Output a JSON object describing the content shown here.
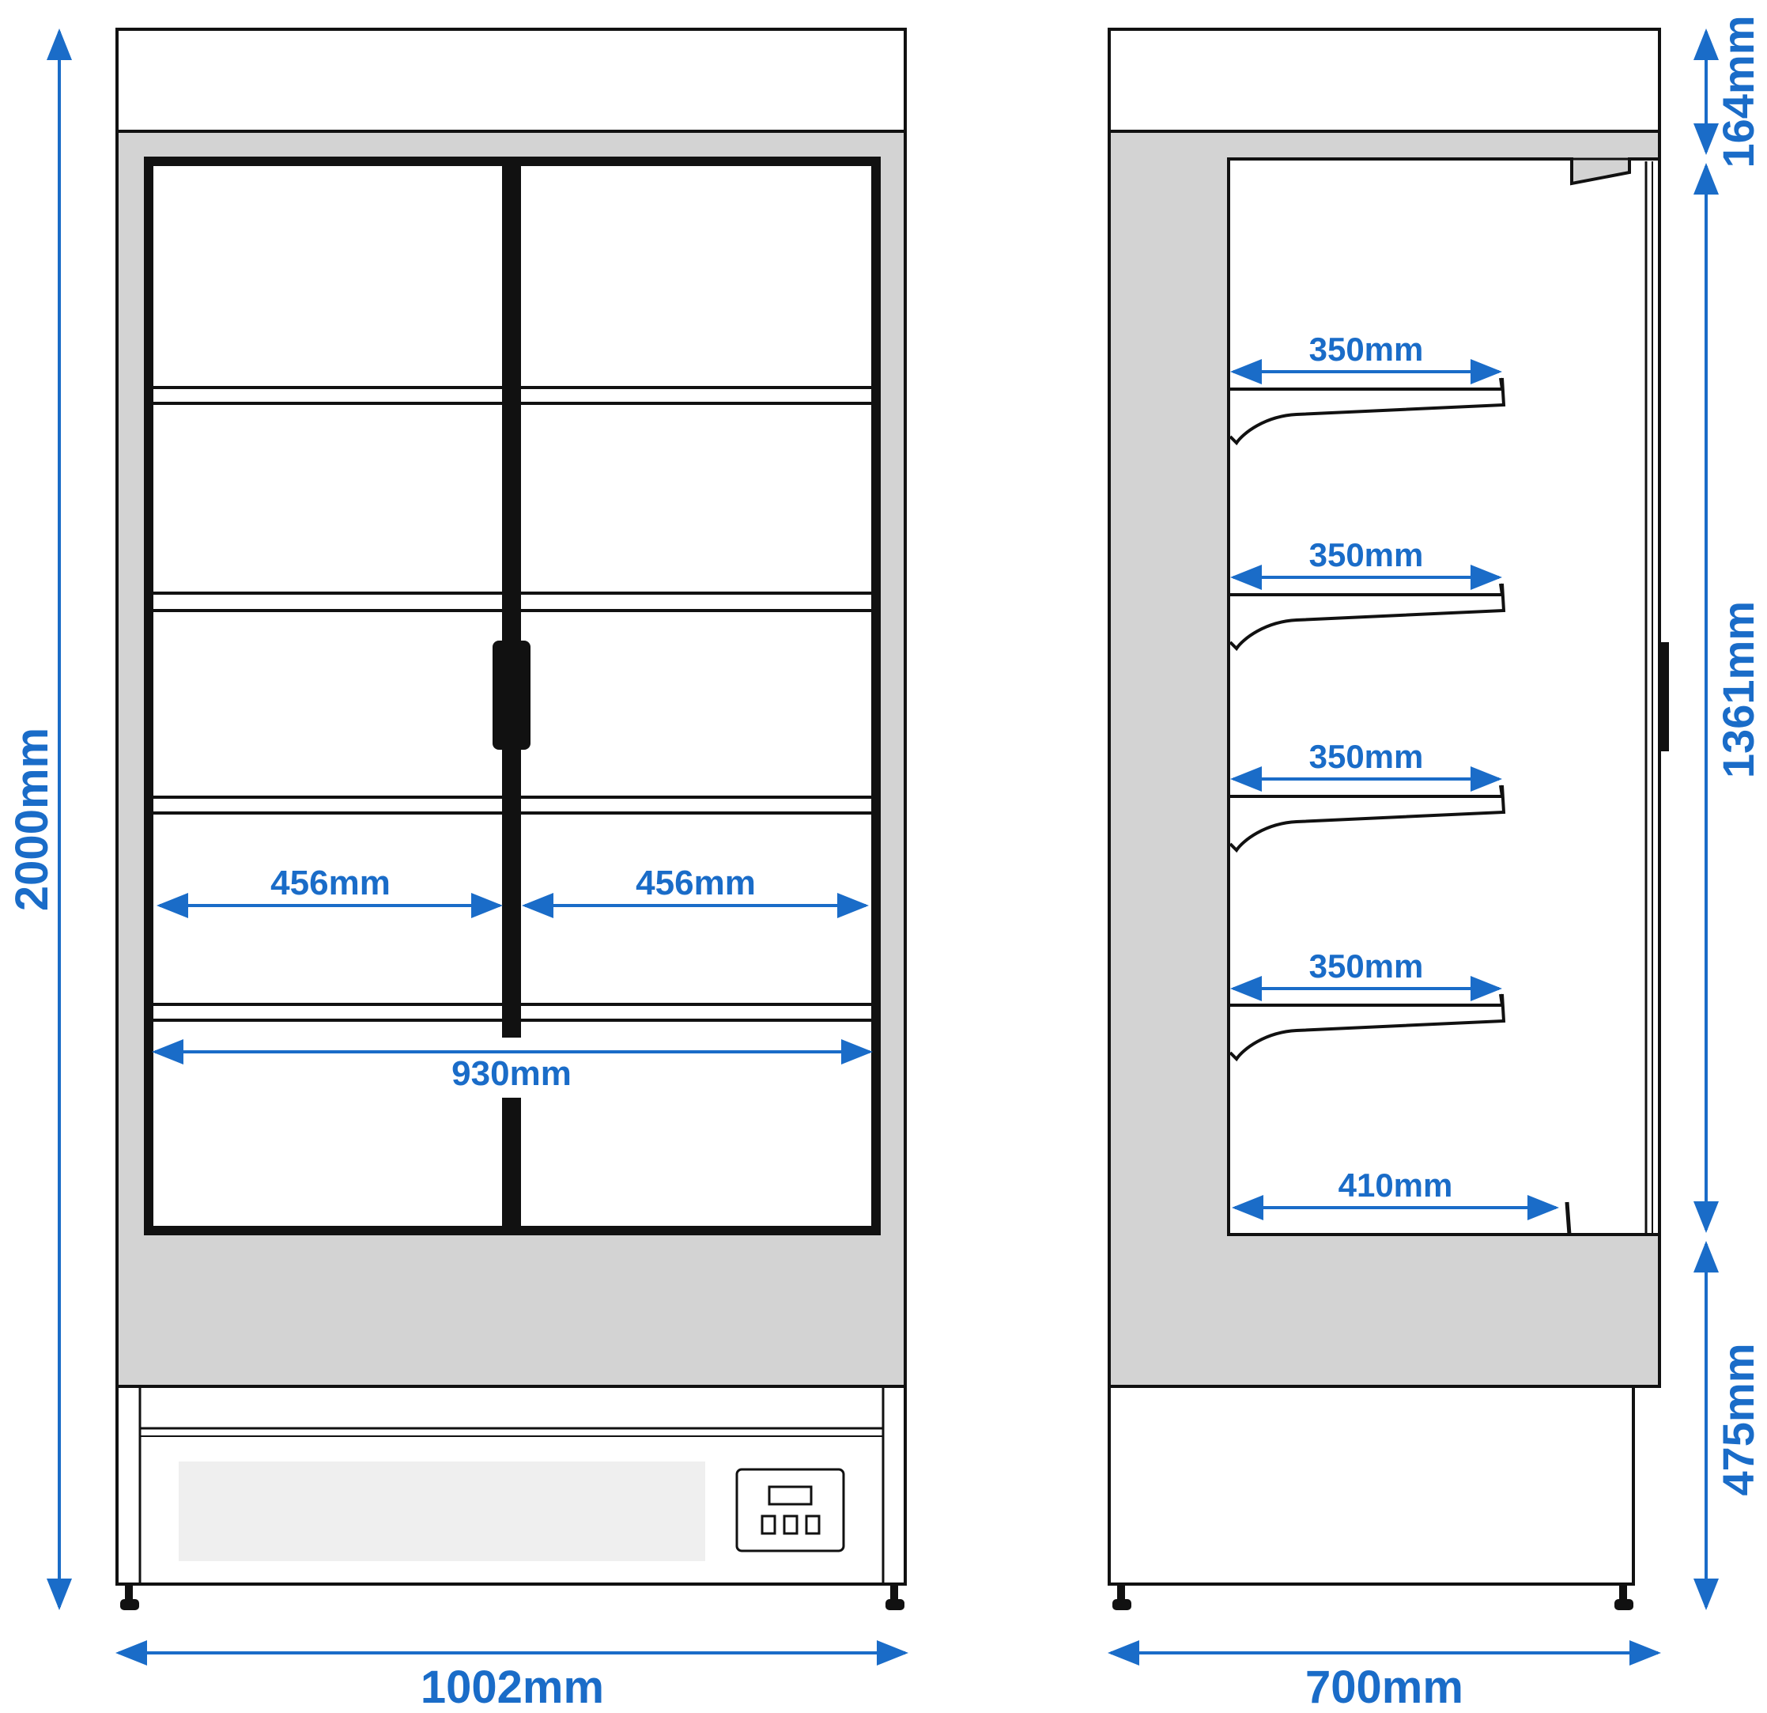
{
  "colors": {
    "accent": "#1a6cc8",
    "body_grey": "#d3d3d3",
    "panel_light": "#efefef",
    "outline": "#111111"
  },
  "dimensions": {
    "overall_height": "2000mm",
    "front_width": "1002mm",
    "inner_width": "930mm",
    "left_door_width": "456mm",
    "right_door_width": "456mm",
    "side_depth": "700mm",
    "top_section_height": "164mm",
    "display_height": "1361mm",
    "base_height": "475mm",
    "shelf_1_depth": "350mm",
    "shelf_2_depth": "350mm",
    "shelf_3_depth": "350mm",
    "shelf_4_depth": "350mm",
    "bottom_depth": "410mm"
  },
  "icons": {
    "controller": "control-panel-icon",
    "feet": "leveling-foot-icon",
    "handle": "door-handle-icon"
  }
}
